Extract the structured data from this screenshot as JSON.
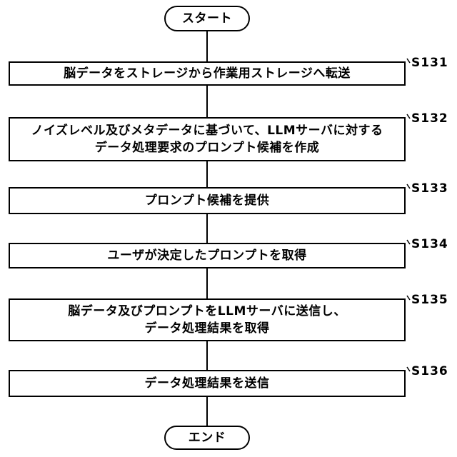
{
  "start": "スタート",
  "end": "エンド",
  "steps": [
    {
      "id": "S131",
      "lines": [
        "脳データをストレージから作業用ストレージへ転送"
      ]
    },
    {
      "id": "S132",
      "lines": [
        "ノイズレベル及びメタデータに基づいて、LLMサーバに対する",
        "データ処理要求のプロンプト候補を作成"
      ]
    },
    {
      "id": "S133",
      "lines": [
        "プロンプト候補を提供"
      ]
    },
    {
      "id": "S134",
      "lines": [
        "ユーザが決定したプロンプトを取得"
      ]
    },
    {
      "id": "S135",
      "lines": [
        "脳データ及びプロンプトをLLMサーバに送信し、",
        "データ処理結果を取得"
      ]
    },
    {
      "id": "S136",
      "lines": [
        "データ処理結果を送信"
      ]
    }
  ]
}
